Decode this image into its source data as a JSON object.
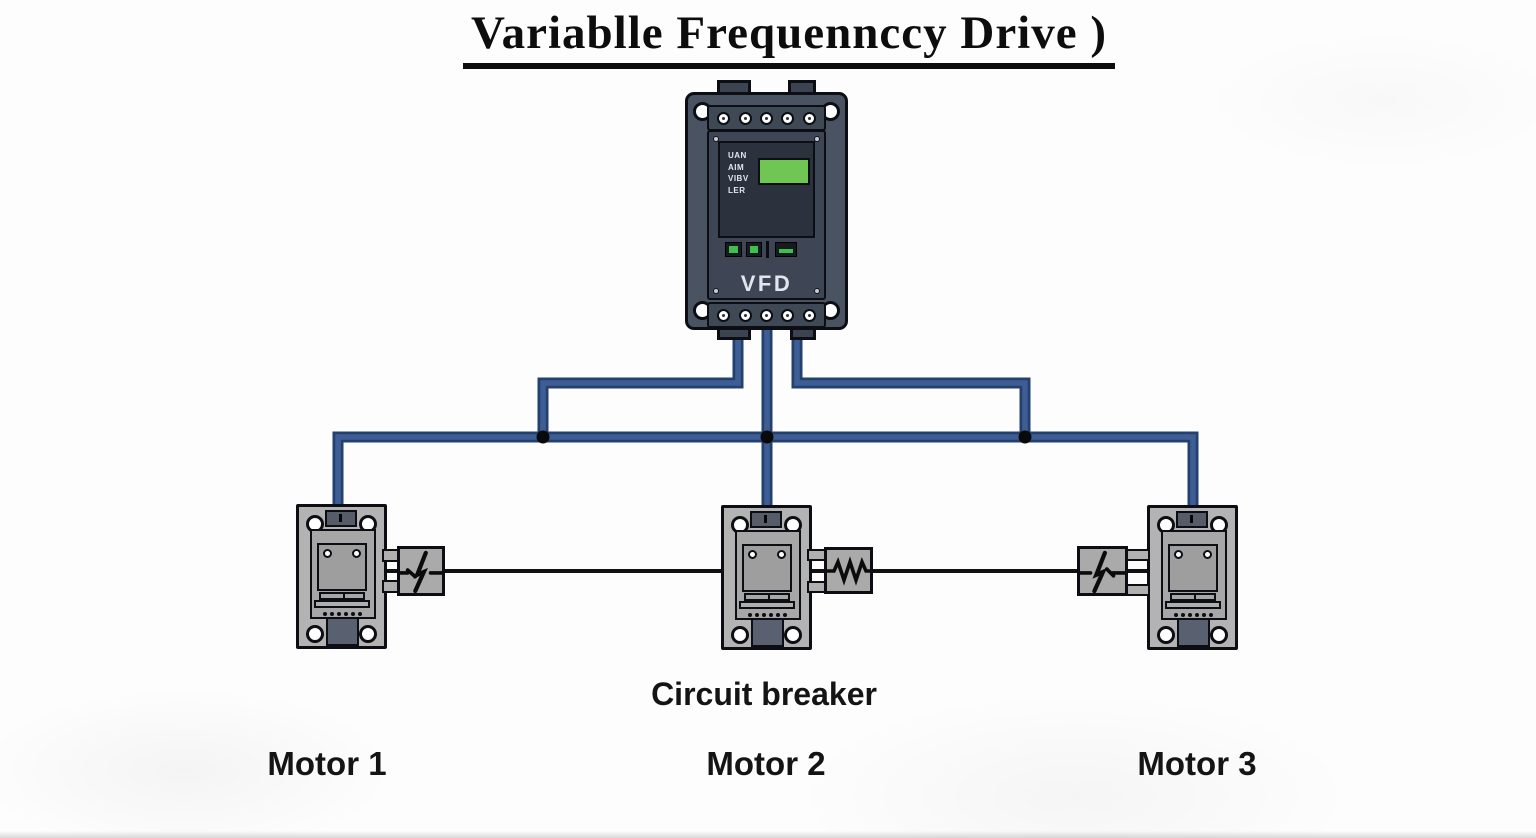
{
  "title": "Variablle Frequennccy Drive )",
  "vfd": {
    "name_label": "VFD",
    "panel_labels": [
      "UAN",
      "AIM",
      "VIBV",
      "LER"
    ]
  },
  "captions": {
    "circuit_breaker": "Circuit breaker",
    "motor_1": "Motor 1",
    "motor_2": "Motor 2",
    "motor_3": "Motor 3"
  },
  "colors": {
    "wire_blue": "#3e5d94",
    "wire_outline": "#23406e",
    "junction_dot": "#0a0a0a",
    "interconnect_black": "#111111",
    "lcd_green": "#6fc653",
    "device_body": "#4a5362",
    "metal_gray": "#b3b3b3"
  }
}
